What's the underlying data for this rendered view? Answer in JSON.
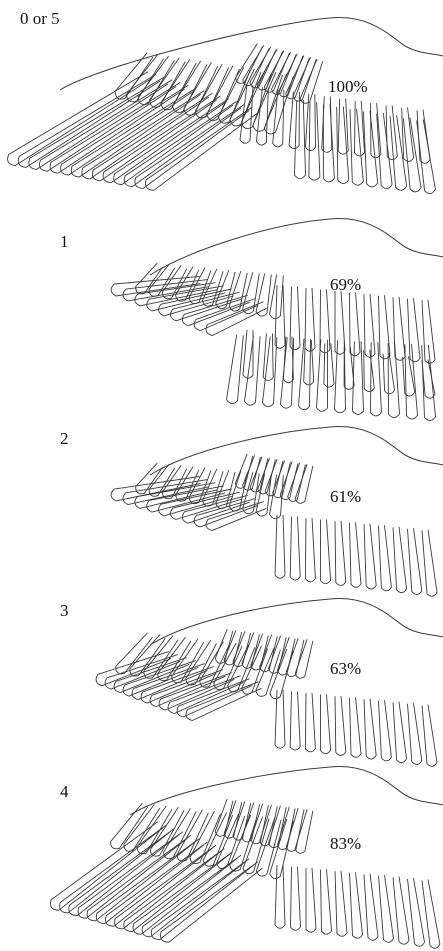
{
  "panels": [
    {
      "label": "0 or 5",
      "value": "100%"
    },
    {
      "label": "1",
      "value": "69%"
    },
    {
      "label": "2",
      "value": "61%"
    },
    {
      "label": "3",
      "value": "63%"
    },
    {
      "label": "4",
      "value": "83%"
    }
  ],
  "colors": {
    "line": "#3a3a3a",
    "background": "#ffffff"
  }
}
